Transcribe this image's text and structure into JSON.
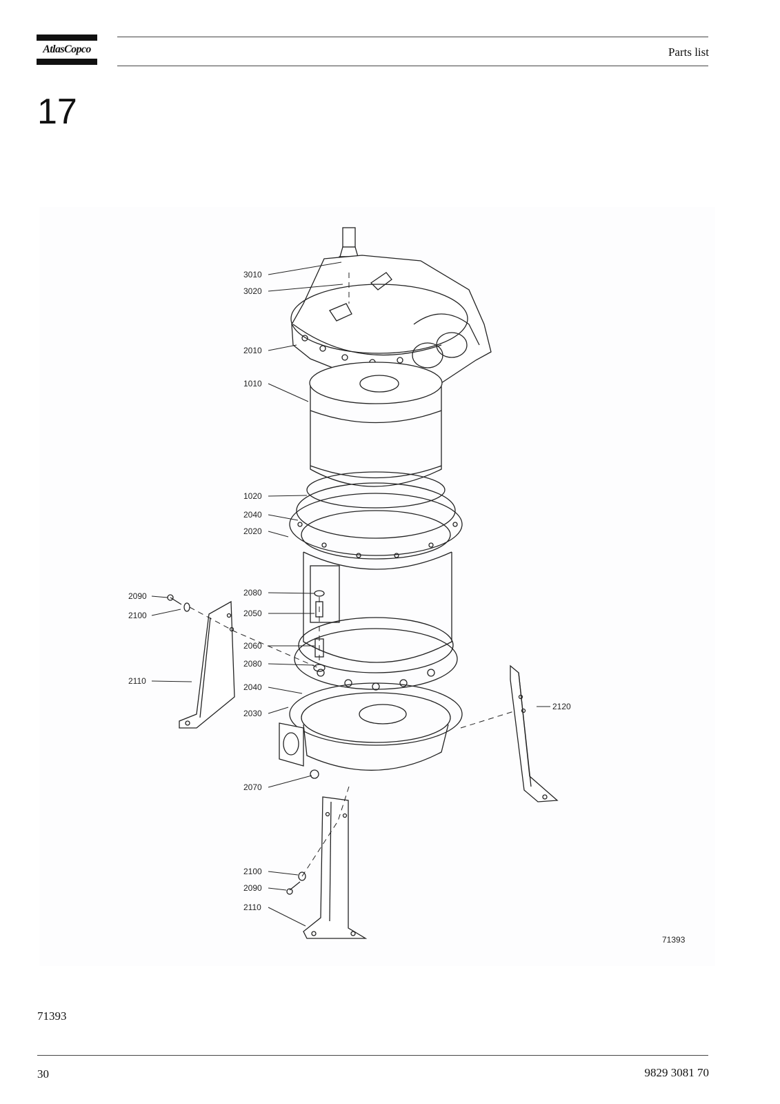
{
  "header": {
    "logo_text": "AtlasCopco",
    "title": "Parts list"
  },
  "section_number": "17",
  "figure": {
    "drawing_code": "71393",
    "labels": [
      "3010",
      "3020",
      "2010",
      "1010",
      "1020",
      "2040",
      "2020",
      "2080",
      "2050",
      "2060",
      "2080",
      "2040",
      "2030",
      "2070",
      "2090",
      "2100",
      "2110",
      "2120",
      "2100",
      "2090",
      "2110"
    ]
  },
  "figure_caption": "71393",
  "footer": {
    "page_number": "30",
    "document_number": "9829 3081 70"
  }
}
